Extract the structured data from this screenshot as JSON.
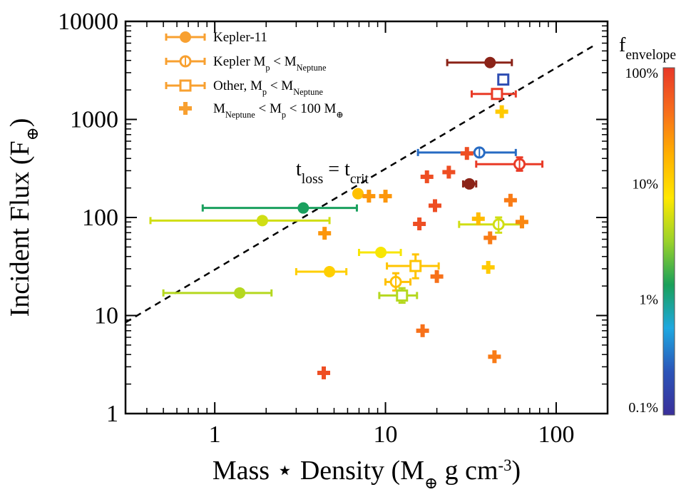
{
  "chart_data": {
    "type": "scatter",
    "x_scale": "log",
    "y_scale": "log",
    "xlim": [
      0.3,
      200
    ],
    "ylim": [
      1,
      10000
    ],
    "xlabel": "Mass ⋆ Density (M⊕ g cm⁻³)",
    "ylabel": "Incident Flux (F⊕)",
    "x_ticks": [
      {
        "value": 1,
        "label": "1"
      },
      {
        "value": 10,
        "label": "10"
      },
      {
        "value": 100,
        "label": "100"
      }
    ],
    "y_ticks": [
      {
        "value": 1,
        "label": "1"
      },
      {
        "value": 10,
        "label": "10"
      },
      {
        "value": 100,
        "label": "100"
      },
      {
        "value": 1000,
        "label": "1000"
      },
      {
        "value": 10000,
        "label": "10000"
      }
    ],
    "legend_position": "top-left",
    "legend": [
      {
        "marker": "filled-circle",
        "label": "Kepler-11"
      },
      {
        "marker": "open-circle",
        "label": "Kepler Mp < MNeptune"
      },
      {
        "marker": "open-square",
        "label": "Other, Mp < MNeptune"
      },
      {
        "marker": "plus",
        "label": "MNeptune < Mp < 100 M⊕"
      }
    ],
    "annotation": {
      "text": "tloss = tcrit",
      "line": {
        "style": "dashed",
        "x": [
          0.3,
          170
        ],
        "y": [
          8.5,
          5800
        ]
      }
    },
    "colorbar": {
      "title": "fenvelope",
      "scale": "log",
      "range": [
        0.1,
        100
      ],
      "ticks": [
        {
          "value": 100,
          "label": "100%"
        },
        {
          "value": 10,
          "label": "10%"
        },
        {
          "value": 1,
          "label": "1%"
        },
        {
          "value": 0.1,
          "label": "0.1%"
        }
      ],
      "colors": [
        "#3a2f9a",
        "#2b54b8",
        "#1ea8e0",
        "#1aa05a",
        "#9ad22a",
        "#ffe800",
        "#ffb000",
        "#f76d1c",
        "#e83828"
      ]
    },
    "series": [
      {
        "type": "kepler11",
        "points": [
          {
            "x": 3.3,
            "y": 125,
            "xerr": [
              0.85,
              6.8
            ],
            "f": 1.3
          },
          {
            "x": 1.9,
            "y": 93,
            "xerr": [
              0.42,
              4.7
            ],
            "f": 5
          },
          {
            "x": 1.4,
            "y": 17,
            "xerr": [
              0.5,
              2.15
            ],
            "f": 4
          },
          {
            "x": 6.9,
            "y": 175,
            "f": 14
          },
          {
            "x": 4.7,
            "y": 28,
            "xerr": [
              3.0,
              5.9
            ],
            "f": 11
          },
          {
            "x": 9.4,
            "y": 44,
            "xerr": [
              7.0,
              12.3
            ],
            "f": 7
          }
        ]
      },
      {
        "type": "kepler_sub_neptune",
        "points": [
          {
            "x": 35.5,
            "y": 460,
            "xerr": [
              15.5,
              58
            ],
            "f": 0.3
          },
          {
            "x": 61,
            "y": 350,
            "xerr": [
              34,
              83
            ],
            "yerr": [
              300,
              410
            ],
            "f": 95
          },
          {
            "x": 46,
            "y": 85,
            "xerr": [
              27,
              64
            ],
            "yerr": [
              70,
              100
            ],
            "f": 5
          },
          {
            "x": 11.5,
            "y": 22,
            "xerr": [
              10,
              14
            ],
            "yerr": [
              18,
              27
            ],
            "f": 14
          }
        ]
      },
      {
        "type": "other_sub_neptune",
        "points": [
          {
            "x": 49,
            "y": 2550,
            "f": 0.2
          },
          {
            "x": 45,
            "y": 1820,
            "xerr": [
              32,
              58
            ],
            "f": 95
          },
          {
            "x": 15,
            "y": 32,
            "xerr": [
              10.2,
              20.5
            ],
            "yerr": [
              24,
              42
            ],
            "f": 13
          },
          {
            "x": 12.5,
            "y": 16,
            "xerr": [
              9.2,
              15.3
            ],
            "yerr": [
              13.5,
              19
            ],
            "f": 4
          }
        ]
      },
      {
        "type": "neptune_to_saturn",
        "points": [
          {
            "x": 48,
            "y": 1200,
            "f": 12
          },
          {
            "x": 30,
            "y": 450,
            "f": 70
          },
          {
            "x": 23.5,
            "y": 290,
            "f": 70
          },
          {
            "x": 17.5,
            "y": 260,
            "f": 70
          },
          {
            "x": 8,
            "y": 165,
            "f": 25
          },
          {
            "x": 10,
            "y": 165,
            "f": 25
          },
          {
            "x": 19.5,
            "y": 132,
            "f": 70
          },
          {
            "x": 15.8,
            "y": 86,
            "f": 70
          },
          {
            "x": 54,
            "y": 150,
            "f": 35
          },
          {
            "x": 35,
            "y": 97,
            "f": 15
          },
          {
            "x": 63,
            "y": 90,
            "f": 30
          },
          {
            "x": 41,
            "y": 62,
            "f": 35
          },
          {
            "x": 4.4,
            "y": 69,
            "f": 25
          },
          {
            "x": 40,
            "y": 31,
            "f": 12
          },
          {
            "x": 20,
            "y": 25,
            "f": 40
          },
          {
            "x": 16.5,
            "y": 7,
            "f": 40
          },
          {
            "x": 43.5,
            "y": 3.8,
            "f": 35
          },
          {
            "x": 4.35,
            "y": 2.6,
            "f": 70
          }
        ]
      }
    ],
    "dark_points": [
      {
        "marker": "filled-circle",
        "x": 41,
        "y": 3800,
        "xerr": [
          23,
          55
        ],
        "color": "#8b2318"
      },
      {
        "marker": "filled-circle",
        "x": 31,
        "y": 220,
        "xerr": [
          28.5,
          34
        ],
        "color": "#8b2318"
      }
    ]
  }
}
